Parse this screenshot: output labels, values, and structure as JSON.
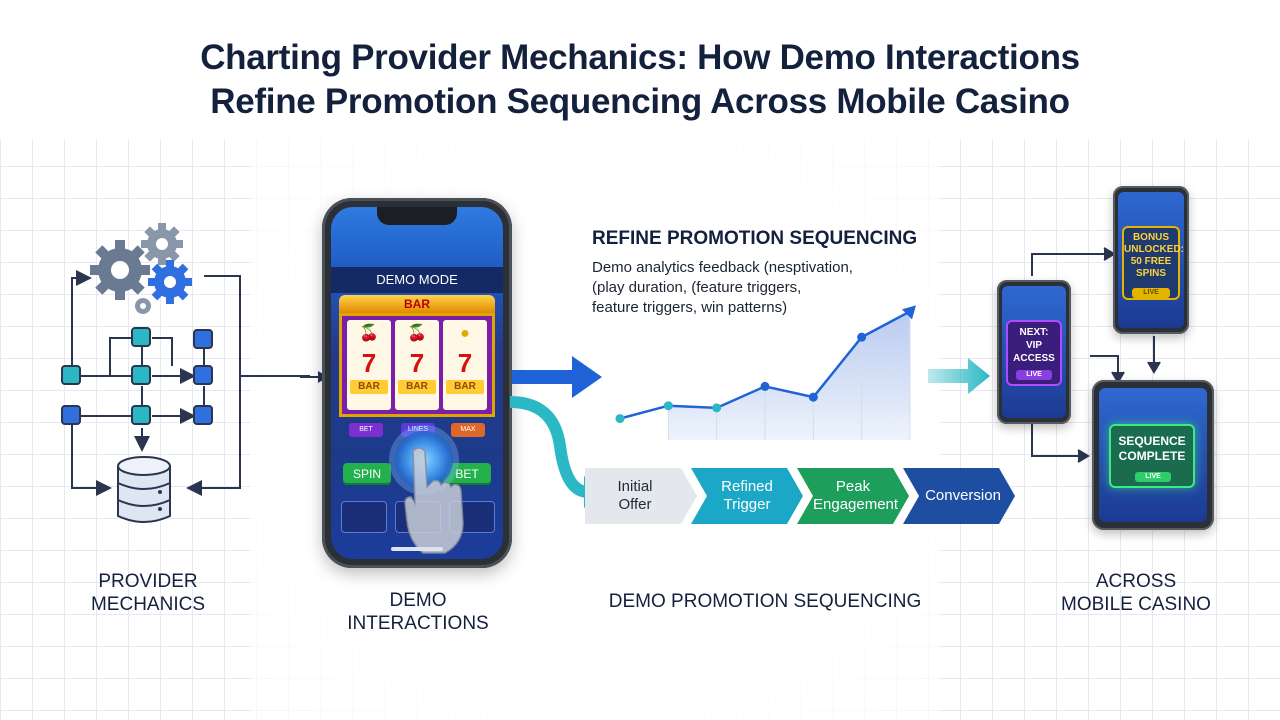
{
  "title": {
    "line1": "Charting Provider Mechanics: How Demo Interactions",
    "line2": "Refine Promotion Sequencing Across Mobile Casino"
  },
  "captions": {
    "provider": [
      "PROVIDER",
      "MECHANICS"
    ],
    "demo": [
      "DEMO",
      "INTERACTIONS"
    ],
    "sequencing": "DEMO PROMOTION SEQUENCING",
    "mobile": [
      "ACROSS",
      "MOBILE CASINO"
    ]
  },
  "phone": {
    "mode_label": "DEMO MODE",
    "marquee": "BAR",
    "mini_buttons": [
      "BET",
      "LINES",
      "MAX"
    ],
    "spin_label": "SPIN",
    "bet_label": "BET",
    "reel_symbol_bar": "BAR"
  },
  "refine": {
    "heading": "REFINE PROMOTION SEQUENCING",
    "feedback_lines": [
      "Demo analytics feedback (nesptivation,",
      "(play duration, (feature triggers,",
      "feature triggers, win patterns)"
    ]
  },
  "chart_data": {
    "type": "area",
    "x": [
      1,
      2,
      3,
      4,
      5,
      6,
      7
    ],
    "values": [
      1.0,
      1.6,
      1.5,
      2.5,
      2.0,
      4.8,
      6.0
    ],
    "title": "",
    "xlabel": "",
    "ylabel": "",
    "ylim": [
      0,
      7
    ],
    "grid": false
  },
  "stages": [
    {
      "label": "Initial\nOffer",
      "color": "#e4e7ec",
      "text_color": "#1e2a3a"
    },
    {
      "label": "Refined\nTrigger",
      "color": "#1aa8c6",
      "text_color": "#ffffff"
    },
    {
      "label": "Peak\nEngagement",
      "color": "#1e9e5b",
      "text_color": "#ffffff"
    },
    {
      "label": "Conversion",
      "color": "#1e4ea1",
      "text_color": "#ffffff"
    }
  ],
  "devices": {
    "bonus": {
      "lines": [
        "BONUS",
        "UNLOCKED:",
        "50 FREE",
        "SPINS"
      ],
      "pill": "LIVE"
    },
    "vip": {
      "lines": [
        "NEXT:",
        "VIP",
        "ACCESS"
      ],
      "pill": "LIVE"
    },
    "complete": {
      "lines": [
        "SEQUENCE",
        "COMPLETE"
      ],
      "pill": "LIVE"
    }
  },
  "colors": {
    "navy": "#14213d",
    "teal": "#2bb8c4",
    "blue_arrow": "#1f63d6",
    "gear": "#55657e",
    "gear_blue": "#2f6fe0"
  },
  "icons": [
    "gear-icon",
    "database-icon",
    "hand-pointer-icon",
    "touch-ripple-icon",
    "flow-arrow-icon"
  ]
}
